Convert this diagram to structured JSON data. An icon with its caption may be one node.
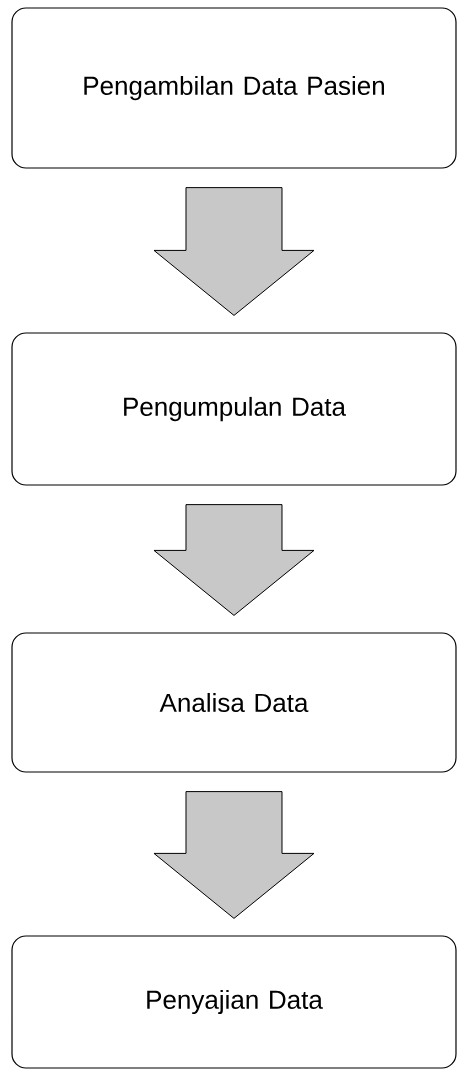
{
  "diagram": {
    "nodes": [
      {
        "text": [
          "Pengambilan Data Pasien"
        ]
      },
      {
        "text": [
          "Pengumpulan Data"
        ]
      },
      {
        "text": [
          "Analisa Data"
        ]
      },
      {
        "text": [
          "Penyajian Data"
        ]
      }
    ],
    "edges": [
      {
        "from": 0,
        "to": 1,
        "arrow": "to"
      },
      {
        "from": 1,
        "to": 2,
        "arrow": "to"
      },
      {
        "from": 2,
        "to": 3,
        "arrow": "to"
      }
    ]
  }
}
